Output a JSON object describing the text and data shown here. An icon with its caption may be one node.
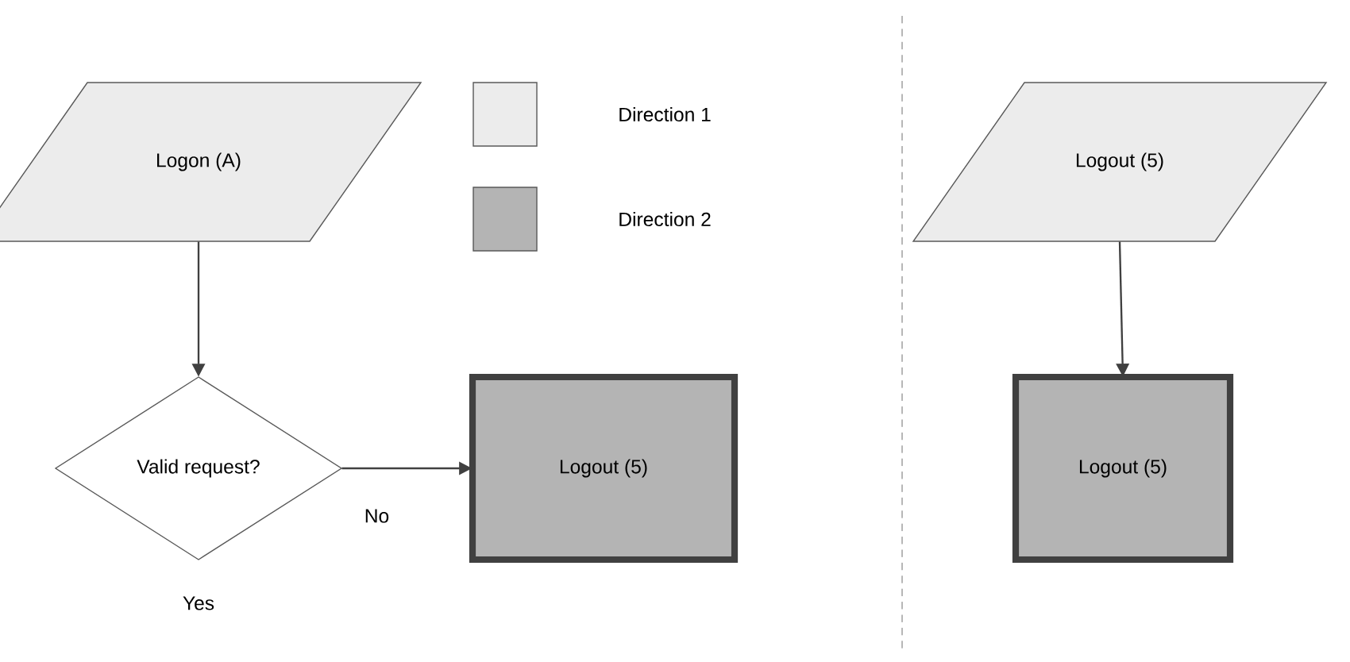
{
  "diagram": {
    "nodes": [
      {
        "text": [
          "Logon (A)"
        ]
      },
      {
        "text": [
          "Valid request?"
        ]
      },
      {
        "text": [
          "Logout (5)"
        ]
      },
      {
        "text": [
          "Logout (5)"
        ]
      },
      {
        "text": [
          "Logout (5)"
        ]
      }
    ],
    "edges": [
      {
        "from": 0,
        "to": 1,
        "arrow": "to"
      },
      {
        "from": 1,
        "to": 2,
        "arrow": "to",
        "label": "No"
      },
      {
        "from": 3,
        "to": 4,
        "arrow": "to"
      }
    ],
    "labels": [
      "Yes"
    ],
    "legend": [
      {
        "text": "Direction 1",
        "color": "#ececec"
      },
      {
        "text": "Direction 2",
        "color": "#b4b4b4"
      }
    ]
  }
}
